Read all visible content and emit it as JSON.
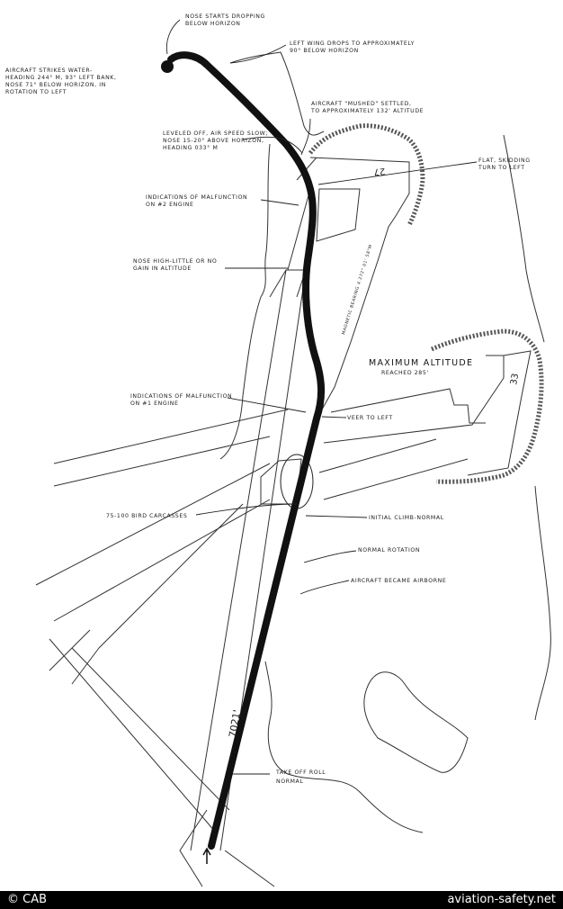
{
  "labels": {
    "nose_dropping": [
      "NOSE STARTS DROPPING",
      "BELOW HORIZON"
    ],
    "left_wing": [
      "LEFT WING DROPS TO APPROXIMATELY",
      "90° BELOW HORIZON"
    ],
    "strikes_water": [
      "AIRCRAFT STRIKES WATER-",
      "HEADING 244° M, 93° LEFT BANK,",
      "NOSE 71° BELOW HORIZON, IN",
      "ROTATION TO LEFT"
    ],
    "mushed": [
      "AIRCRAFT \"MUSHED\" SETTLED,",
      "TO APPROXIMATELY 132' ALTITUDE"
    ],
    "leveled_off": [
      "LEVELED OFF, AIR SPEED SLOW;",
      "NOSE 15-20° ABOVE HORIZON,",
      "HEADING 033° M"
    ],
    "flat_skid": [
      "FLAT, SKIDDING",
      "TURN TO LEFT"
    ],
    "malfunction2": [
      "INDICATIONS OF MALFUNCTION",
      "ON #2 ENGINE"
    ],
    "nose_high": [
      "NOSE HIGH-LITTLE OR NO",
      "GAIN IN ALTITUDE"
    ],
    "max_alt_title": "MAXIMUM  ALTITUDE",
    "max_alt_sub": "REACHED 285'",
    "malfunction1": [
      "INDICATIONS OF MALFUNCTION",
      "ON #1 ENGINE"
    ],
    "veer_left": "VEER TO LEFT",
    "bird_carcasses": "75-100 BIRD CARCASSES",
    "initial_climb": "INITIAL CLIMB-NORMAL",
    "normal_rotation": "NORMAL ROTATION",
    "became_airborne": "AIRCRAFT BECAME AIRBORNE",
    "takeoff_roll": [
      "TAKE OFF ROLL",
      "NORMAL"
    ],
    "runway_length": "7021'",
    "magnetic_bearing": "MAGNETIC BEARING 4.272° 01' 58\"M",
    "runway_27": "27",
    "runway_33": "33"
  },
  "footer": {
    "credit": "© CAB",
    "site": "aviation-safety.net"
  },
  "colors": {
    "flight_path": "#111111",
    "ink": "#222222",
    "footer_bg": "#000000"
  }
}
